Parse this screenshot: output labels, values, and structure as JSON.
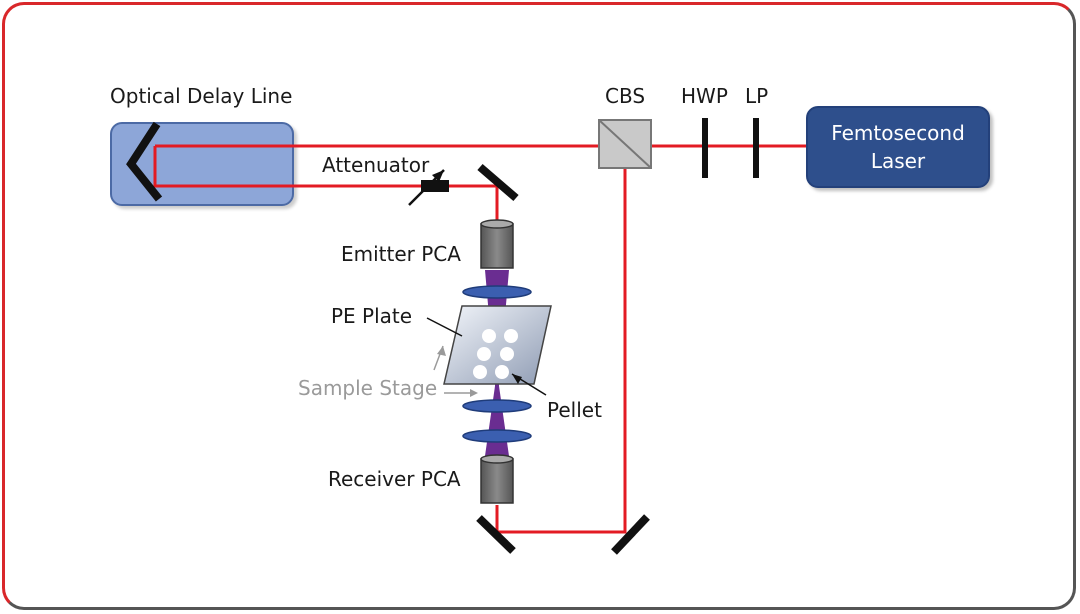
{
  "labels": {
    "optical_delay_line": "Optical Delay Line",
    "cbs": "CBS",
    "hwp": "HWP",
    "lp": "LP",
    "laser_line1": "Femtosecond",
    "laser_line2": "Laser",
    "attenuator": "Attenuator",
    "emitter_pca": "Emitter PCA",
    "pe_plate": "PE Plate",
    "sample_stage": "Sample Stage",
    "pellet": "Pellet",
    "receiver_pca": "Receiver PCA"
  },
  "colors": {
    "beam": "#e31b23",
    "thz_beam": "#6a2d91",
    "lens": "#3b5fb0",
    "laser_box": "#2e4f8c",
    "delay_box": "#8da6d8",
    "pca": "#777777"
  }
}
